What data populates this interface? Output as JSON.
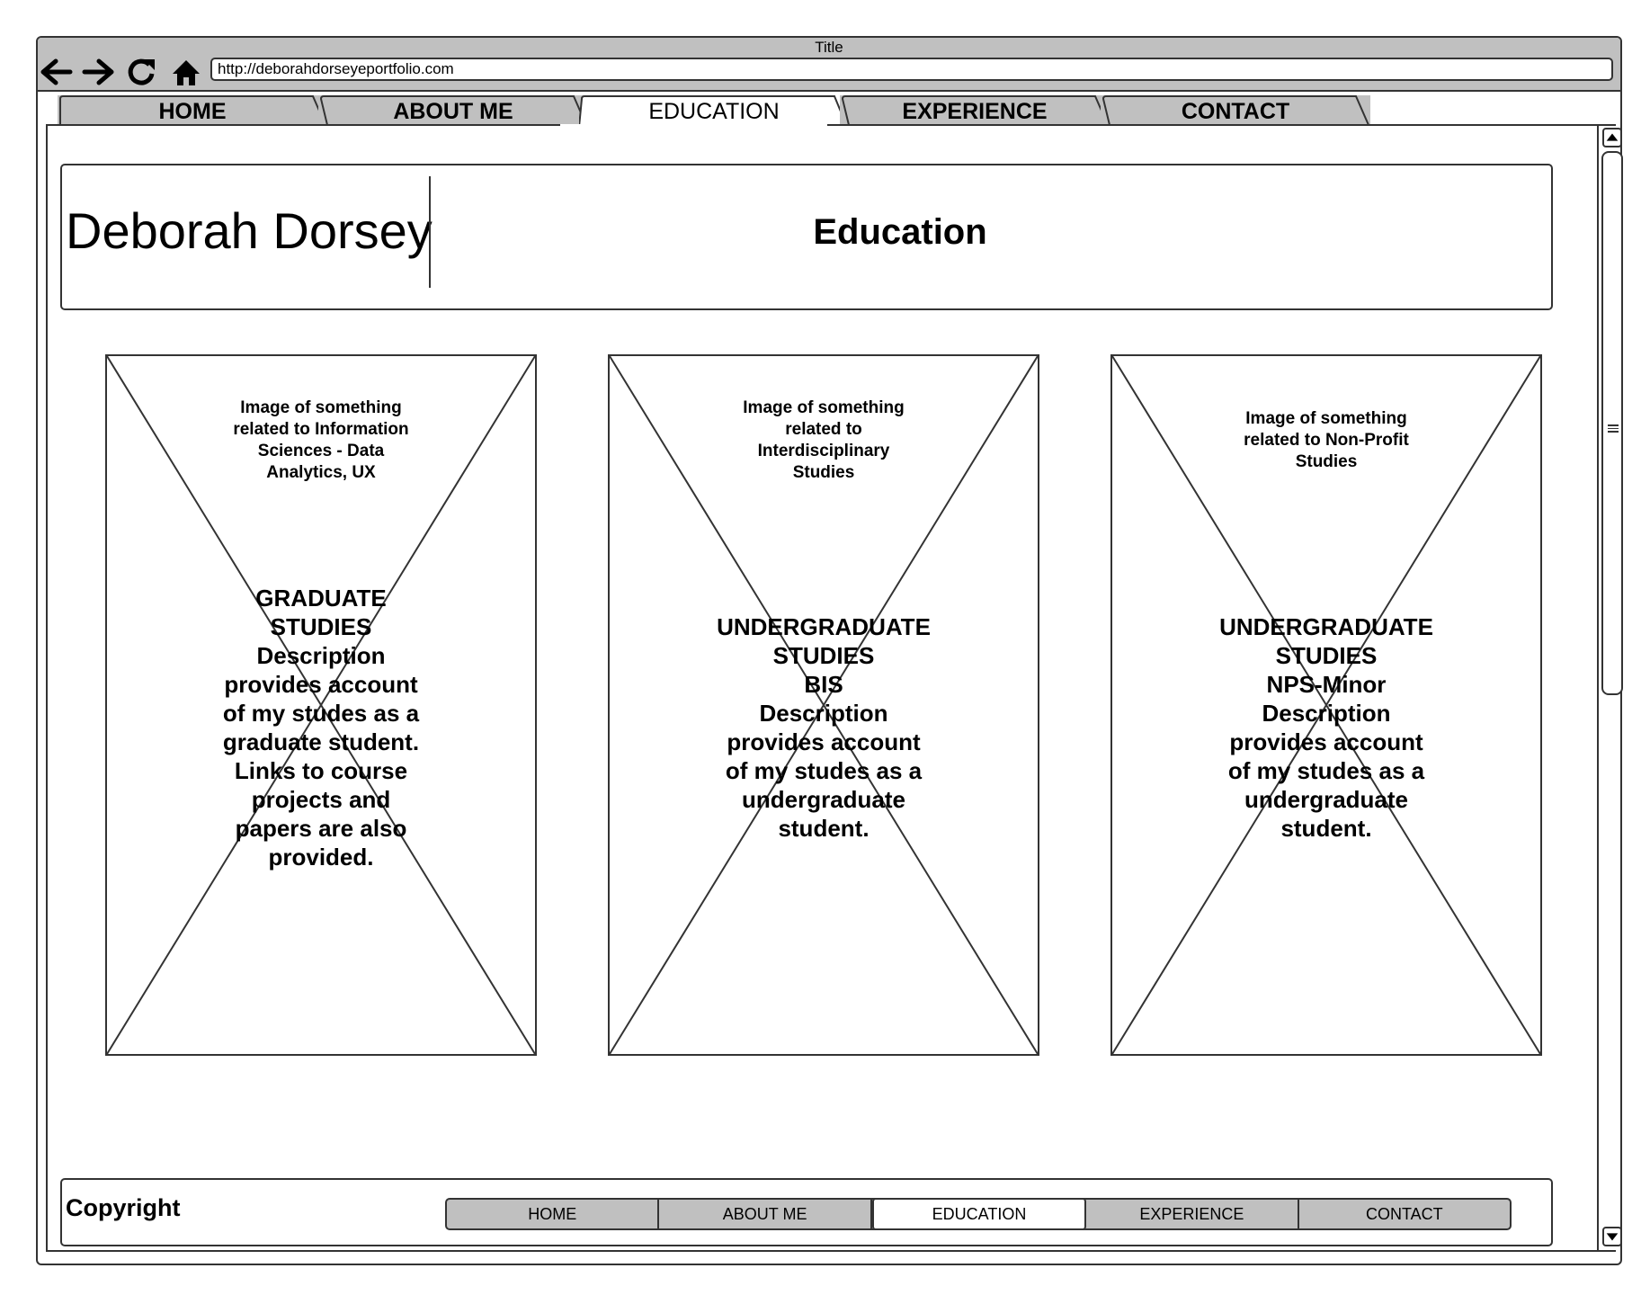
{
  "browser": {
    "title": "Title",
    "url": "http://deborahdorseyeportfolio.com"
  },
  "tabs": [
    {
      "label": "HOME",
      "active": false
    },
    {
      "label": "ABOUT ME",
      "active": false
    },
    {
      "label": "EDUCATION",
      "active": true
    },
    {
      "label": "EXPERIENCE",
      "active": false
    },
    {
      "label": "CONTACT",
      "active": false
    }
  ],
  "header": {
    "name": "Deborah Dorsey",
    "page_title": "Education"
  },
  "cards": [
    {
      "image_caption": [
        "Image of something",
        "related to Information",
        "Sciences - Data",
        "Analytics, UX"
      ],
      "body": [
        "GRADUATE",
        "STUDIES",
        "Description",
        "provides account",
        "of my studes as a",
        "graduate student.",
        "Links to course",
        "projects and",
        "papers are also",
        "provided."
      ]
    },
    {
      "image_caption": [
        "Image of something",
        "related to",
        "Interdisciplinary",
        "Studies"
      ],
      "body": [
        "UNDERGRADUATE",
        "STUDIES",
        "BIS",
        "Description",
        "provides account",
        "of my studes as a",
        "undergraduate",
        "student."
      ]
    },
    {
      "image_caption": [
        "Image of something",
        "related to Non-Profit",
        "Studies"
      ],
      "body": [
        "UNDERGRADUATE",
        "STUDIES",
        "NPS-Minor",
        "Description",
        "provides account",
        "of my studes as a",
        "undergraduate",
        "student."
      ]
    }
  ],
  "footer": {
    "copyright": "Copyright",
    "links": [
      {
        "label": "HOME",
        "active": false
      },
      {
        "label": "ABOUT ME",
        "active": false
      },
      {
        "label": "EDUCATION",
        "active": true
      },
      {
        "label": "EXPERIENCE",
        "active": false
      },
      {
        "label": "CONTACT",
        "active": false
      }
    ]
  },
  "icons": {
    "back": "arrow-left-icon",
    "forward": "arrow-right-icon",
    "reload": "reload-icon",
    "home": "home-icon",
    "scroll_up": "triangle-up-icon",
    "scroll_down": "triangle-down-icon",
    "image_placeholder": "image-placeholder-icon"
  },
  "colors": {
    "chrome": "#c0c0c0",
    "border": "#333333",
    "background": "#ffffff"
  }
}
